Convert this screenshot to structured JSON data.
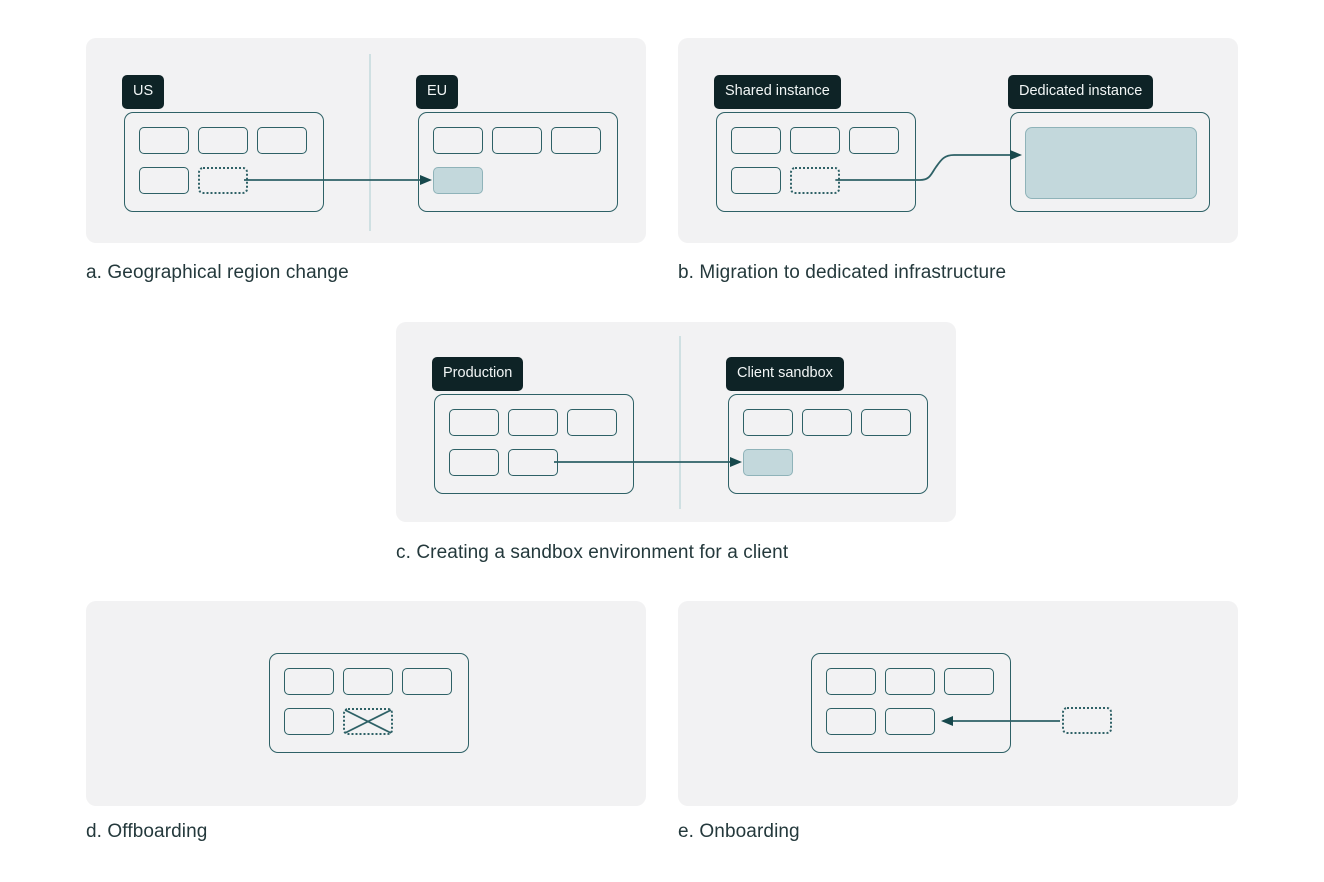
{
  "figure": {
    "background": "#ffffff",
    "panel_fill": "#f2f2f3",
    "stroke": "#2e6166",
    "badge_fill": "#0e2326",
    "badge_text": "#f2f6f6",
    "highlight_fill": "#c3d8dc",
    "highlight_stroke": "#8fb3b9",
    "divider": "#cfe0e2",
    "caption_color": "#24393c"
  },
  "panels": [
    {
      "id": "a",
      "caption": "a. Geographical region change",
      "split": true,
      "badges": [
        {
          "label": "US"
        },
        {
          "label": "EU"
        }
      ],
      "arrow": {
        "style": "straight",
        "direction": "left-to-right"
      },
      "left_group": {
        "row1": [
          "unit",
          "unit",
          "unit"
        ],
        "row2": [
          "unit",
          "unit-dashed"
        ]
      },
      "right_group": {
        "row1": [
          "unit",
          "unit",
          "unit"
        ],
        "row2": [
          "unit-filled"
        ]
      }
    },
    {
      "id": "b",
      "caption": "b. Migration to dedicated infrastructure",
      "split": false,
      "badges": [
        {
          "label": "Shared instance"
        },
        {
          "label": "Dedicated instance"
        }
      ],
      "arrow": {
        "style": "s-curve",
        "direction": "left-to-right"
      },
      "left_group": {
        "row1": [
          "unit",
          "unit",
          "unit"
        ],
        "row2": [
          "unit",
          "unit-dashed"
        ]
      },
      "right_group": {
        "row1": [
          "unit-big-filled"
        ],
        "row2": []
      }
    },
    {
      "id": "c",
      "caption": "c. Creating a sandbox environment for a client",
      "split": true,
      "badges": [
        {
          "label": "Production"
        },
        {
          "label": "Client sandbox"
        }
      ],
      "arrow": {
        "style": "straight",
        "direction": "left-to-right"
      },
      "left_group": {
        "row1": [
          "unit",
          "unit",
          "unit"
        ],
        "row2": [
          "unit",
          "unit"
        ]
      },
      "right_group": {
        "row1": [
          "unit",
          "unit",
          "unit"
        ],
        "row2": [
          "unit-filled"
        ]
      }
    },
    {
      "id": "d",
      "caption": "d. Offboarding",
      "split": false,
      "badges": [],
      "arrow": null,
      "left_group": {
        "row1": [
          "unit",
          "unit",
          "unit"
        ],
        "row2": [
          "unit",
          "unit-dashed-crossed"
        ]
      },
      "right_group": null
    },
    {
      "id": "e",
      "caption": "e. Onboarding",
      "split": false,
      "badges": [],
      "arrow": {
        "style": "straight",
        "direction": "right-to-left"
      },
      "left_group": {
        "row1": [
          "unit",
          "unit",
          "unit"
        ],
        "row2": [
          "unit",
          "unit"
        ]
      },
      "external": [
        "unit-dashed"
      ]
    }
  ]
}
